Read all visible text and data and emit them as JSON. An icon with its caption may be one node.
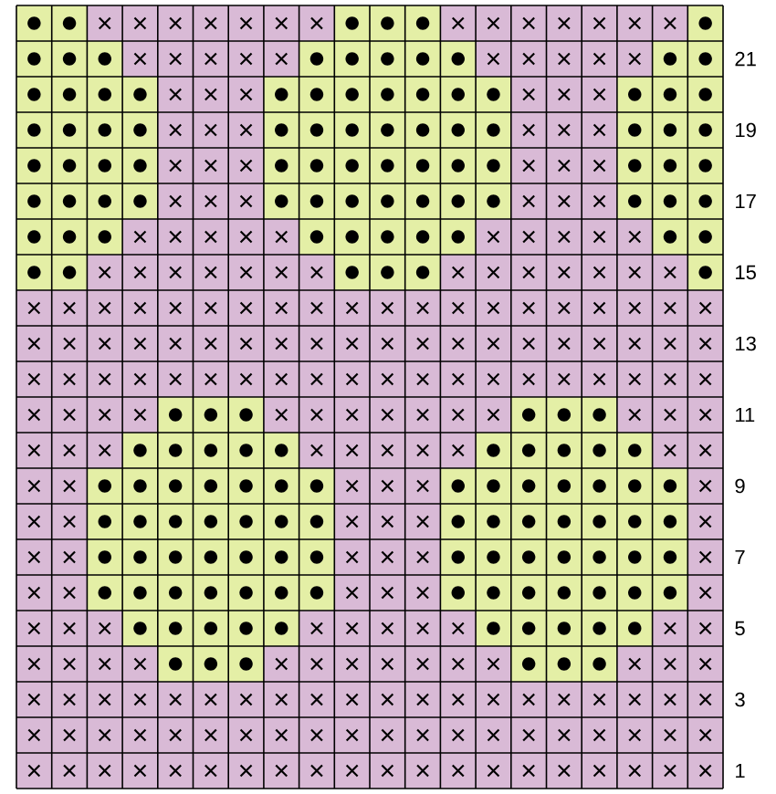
{
  "diagram": {
    "labels": [
      "21",
      "19",
      "17",
      "15",
      "13",
      "11",
      "9",
      "7",
      "5",
      "3",
      "1"
    ]
  }
}
